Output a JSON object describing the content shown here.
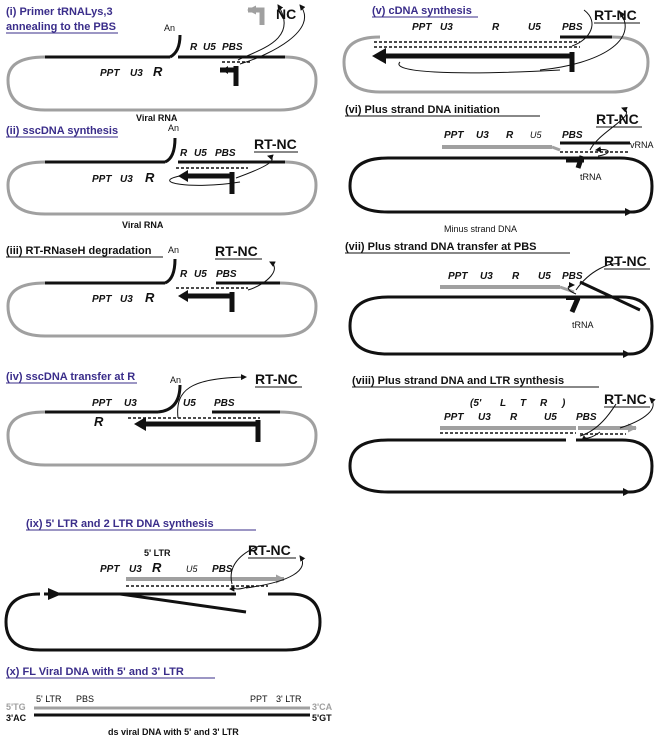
{
  "panels": {
    "i": {
      "title_1": "(i) Primer tRNALys,3",
      "title_2": "annealing to the PBS",
      "an": "An",
      "r_top": "R",
      "u5": "U5",
      "pbs": "PBS",
      "nc": "NC",
      "ppt": "PPT",
      "u3": "U3",
      "r_bottom": "R",
      "caption": "Viral RNA"
    },
    "ii": {
      "title": "(ii) sscDNA synthesis",
      "an": "An",
      "r_top": "R",
      "u5": "U5",
      "pbs": "PBS",
      "rtnc": "RT-NC",
      "ppt": "PPT",
      "u3": "U3",
      "r_bottom": "R",
      "caption": "Viral RNA"
    },
    "iii": {
      "title": "(iii) RT-RNaseH degradation",
      "an": "An",
      "r_top": "R",
      "u5": "U5",
      "pbs": "PBS",
      "rtnc": "RT-NC",
      "ppt": "PPT",
      "u3": "U3",
      "r_bottom": "R"
    },
    "iv": {
      "title": "(iv) sscDNA transfer at R",
      "an": "An",
      "ppt": "PPT",
      "u3": "U3",
      "u5": "U5",
      "pbs": "PBS",
      "r": "R",
      "rtnc": "RT-NC"
    },
    "v": {
      "title": "(v) cDNA synthesis",
      "ppt": "PPT",
      "u3": "U3",
      "r": "R",
      "u5": "U5",
      "pbs": "PBS",
      "rtnc": "RT-NC"
    },
    "vi": {
      "title": "(vi) Plus strand DNA initiation",
      "ppt": "PPT",
      "u3": "U3",
      "r": "R",
      "u5": "U5",
      "pbs": "PBS",
      "rtnc": "RT-NC",
      "vrna": "vRNA",
      "trna": "tRNA",
      "caption": "Minus strand DNA"
    },
    "vii": {
      "title": "(vii) Plus strand DNA transfer at PBS",
      "ppt": "PPT",
      "u3": "U3",
      "r": "R",
      "u5": "U5",
      "pbs": "PBS",
      "rtnc": "RT-NC",
      "trna": "tRNA"
    },
    "viii": {
      "title": "(viii) Plus strand DNA and LTR synthesis",
      "ltr_open": "(5'",
      "ltr_l": "L",
      "ltr_t": "T",
      "ltr_r": "R",
      "ltr_close": ")",
      "ppt": "PPT",
      "u3": "U3",
      "r": "R",
      "u5": "U5",
      "pbs": "PBS",
      "rtnc": "RT-NC"
    },
    "ix": {
      "title": "(ix) 5' LTR  and 2 LTR DNA synthesis",
      "ltr5": "5' LTR",
      "ppt": "PPT",
      "u3": "U3",
      "r": "R",
      "u5": "U5",
      "pbs": "PBS",
      "rtnc": "RT-NC"
    },
    "x": {
      "title": "(x) FL Viral DNA with 5' and 3' LTR",
      "tg5": "5'TG",
      "ac3": "3'AC",
      "ltr5": "5' LTR",
      "pbs": "PBS",
      "ppt": "PPT",
      "ltr3": "3' LTR",
      "ca3": "3'CA",
      "gt5": "5'GT",
      "caption": "ds viral DNA with 5' and 3' LTR"
    }
  },
  "colors": {
    "black": "#111111",
    "grey": "#a0a0a0",
    "title_blue": "#3a2d8a"
  }
}
